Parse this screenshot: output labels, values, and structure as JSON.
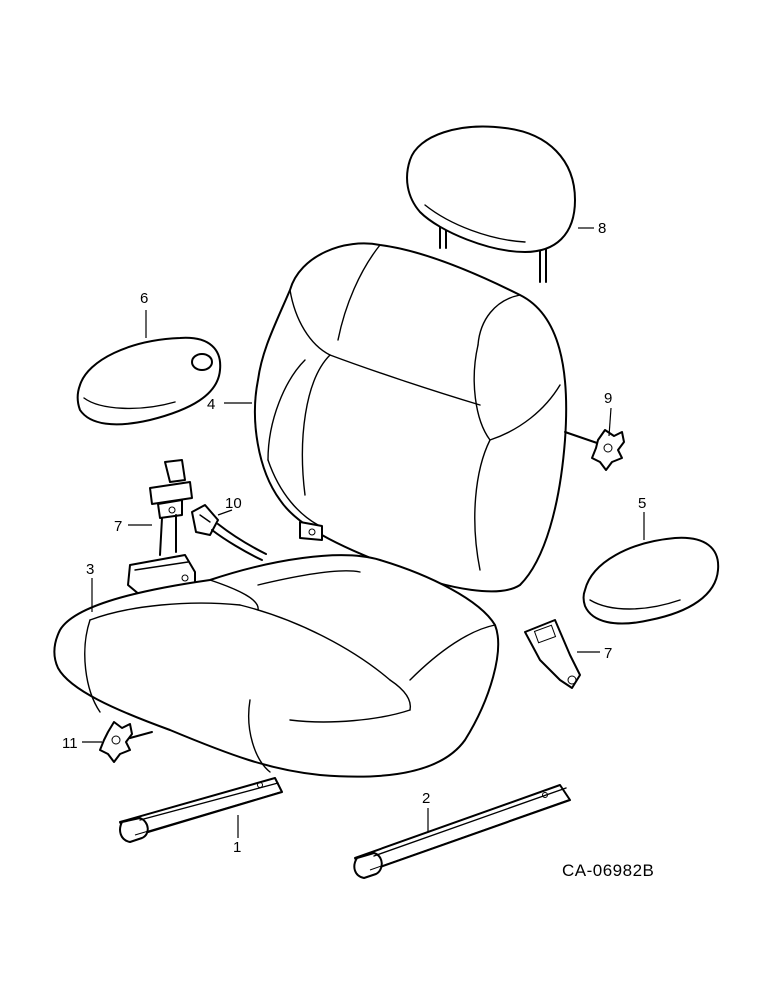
{
  "figure_code": "CA-06982B",
  "callouts": {
    "c1": "1",
    "c2": "2",
    "c3": "3",
    "c4": "4",
    "c5": "5",
    "c6": "6",
    "c7a": "7",
    "c7b": "7",
    "c8": "8",
    "c9": "9",
    "c10": "10",
    "c11": "11"
  }
}
